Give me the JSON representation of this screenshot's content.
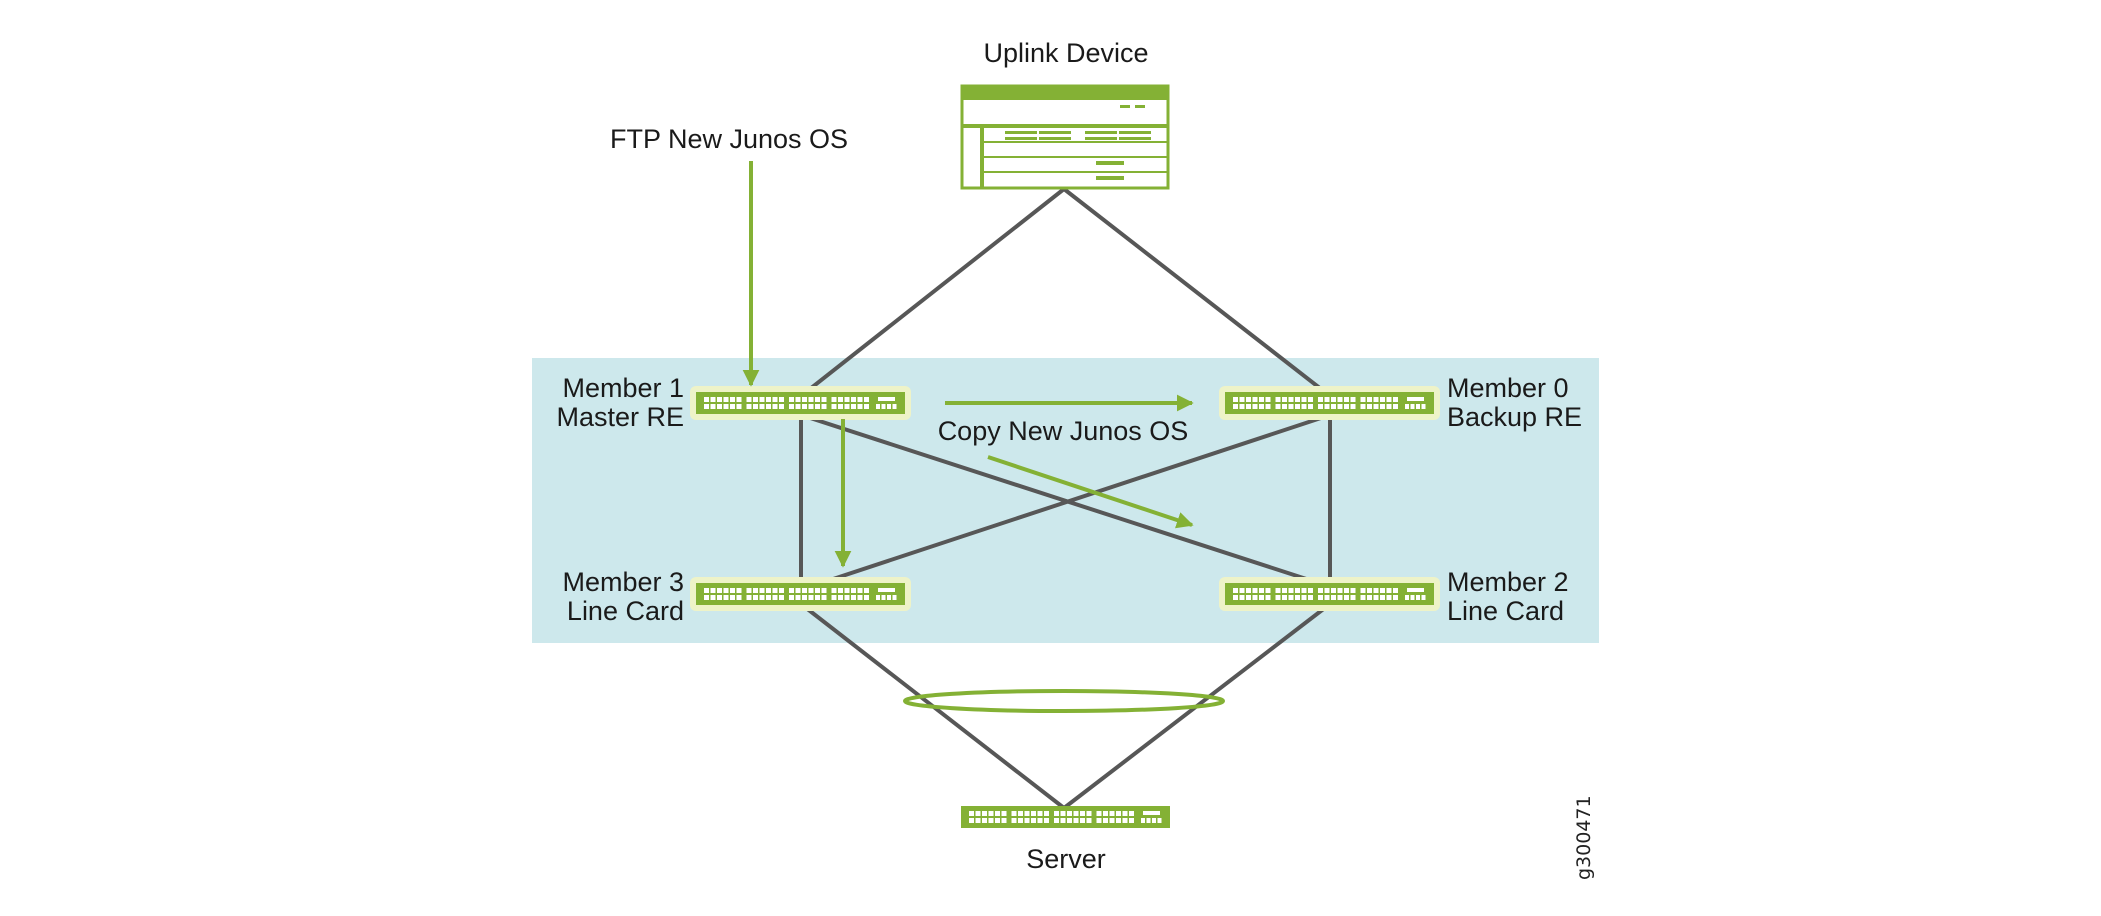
{
  "diagram": {
    "title_devices": {
      "uplink": "Uplink Device",
      "server": "Server"
    },
    "members": [
      {
        "id": "member-1",
        "line1": "Member 1",
        "line2": "Master RE"
      },
      {
        "id": "member-0",
        "line1": "Member 0",
        "line2": "Backup RE"
      },
      {
        "id": "member-3",
        "line1": "Member 3",
        "line2": "Line Card"
      },
      {
        "id": "member-2",
        "line1": "Member 2",
        "line2": "Line Card"
      }
    ],
    "annotations": {
      "ftp": "FTP New Junos OS",
      "copy": "Copy New Junos OS"
    },
    "figure_id": "g300471",
    "colors": {
      "device_green": "#84b135",
      "device_halo": "#eef3c8",
      "vc_background": "#cde8ec",
      "link_gray": "#575757",
      "arrow_green": "#84b135"
    }
  }
}
